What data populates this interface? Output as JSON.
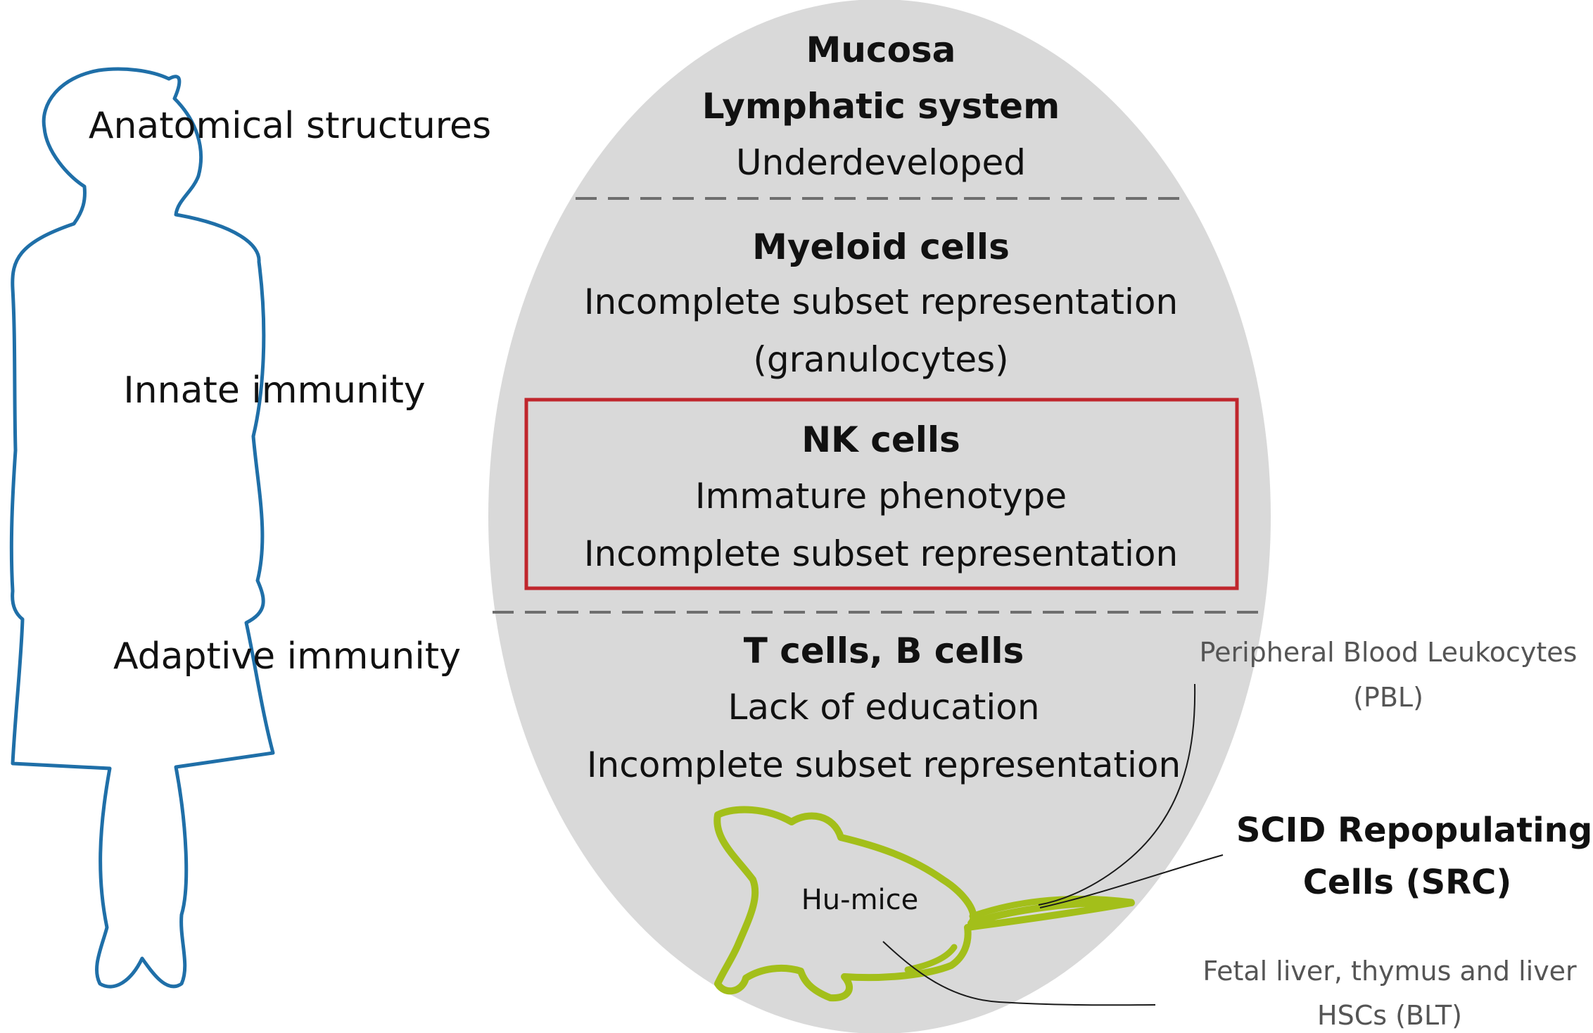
{
  "left_labels": {
    "anatomical": "Anatomical structures",
    "innate": "Innate immunity",
    "adaptive": "Adaptive immunity"
  },
  "anatomy": {
    "title1": "Mucosa",
    "title2": "Lymphatic system",
    "detail": "Underdeveloped"
  },
  "myeloid": {
    "title": "Myeloid cells",
    "detail1": "Incomplete subset representation",
    "detail2": "(granulocytes)"
  },
  "nk": {
    "title": "NK cells",
    "detail1": "Immature phenotype",
    "detail2": "Incomplete subset representation"
  },
  "adaptive": {
    "title": "T cells, B cells",
    "detail1": "Lack of education",
    "detail2": "Incomplete subset representation"
  },
  "mouse": {
    "label": "Hu-mice"
  },
  "sources": {
    "pbl_line1": "Peripheral Blood Leukocytes",
    "pbl_line2": "(PBL)",
    "src_line1": "SCID Repopulating",
    "src_line2": "Cells (SRC)",
    "blt_line1": "Fetal liver, thymus and liver",
    "blt_line2": "HSCs (BLT)"
  },
  "colors": {
    "ellipse_fill": "#d9d9d9",
    "silhouette": "#1f6fa8",
    "highlight_box": "#c0262d",
    "mouse_outline": "#a3bf1a",
    "divider": "#6e6e6e",
    "pointer_line": "#1a1a1a",
    "muted_text": "#555555"
  }
}
